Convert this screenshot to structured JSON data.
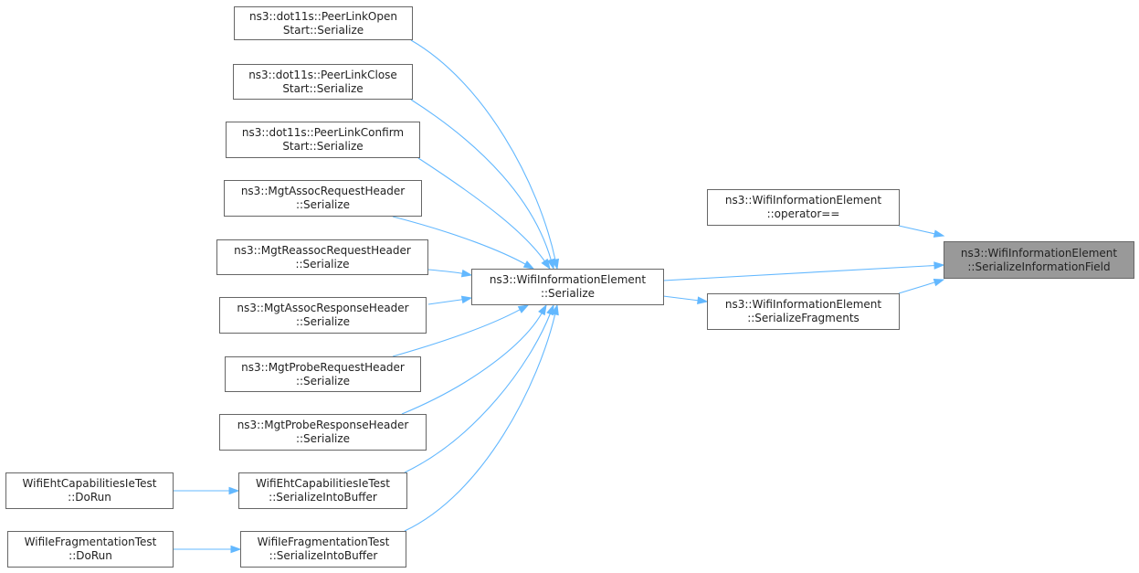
{
  "diagram": {
    "nodes": [
      {
        "id": "serialize_information_field",
        "line1": "ns3::WifiInformationElement",
        "line2": "::SerializeInformationField",
        "focus": true
      },
      {
        "id": "operator_eq",
        "line1": "ns3::WifiInformationElement",
        "line2": "::operator=="
      },
      {
        "id": "serialize_fragments",
        "line1": "ns3::WifiInformationElement",
        "line2": "::SerializeFragments"
      },
      {
        "id": "wie_serialize",
        "line1": "ns3::WifiInformationElement",
        "line2": "::Serialize"
      },
      {
        "id": "peer_link_open",
        "line1": "ns3::dot11s::PeerLinkOpen",
        "line2": "Start::Serialize"
      },
      {
        "id": "peer_link_close",
        "line1": "ns3::dot11s::PeerLinkClose",
        "line2": "Start::Serialize"
      },
      {
        "id": "peer_link_confirm",
        "line1": "ns3::dot11s::PeerLinkConfirm",
        "line2": "Start::Serialize"
      },
      {
        "id": "assoc_request",
        "line1": "ns3::MgtAssocRequestHeader",
        "line2": "::Serialize"
      },
      {
        "id": "reassoc_request",
        "line1": "ns3::MgtReassocRequestHeader",
        "line2": "::Serialize"
      },
      {
        "id": "assoc_response",
        "line1": "ns3::MgtAssocResponseHeader",
        "line2": "::Serialize"
      },
      {
        "id": "probe_request",
        "line1": "ns3::MgtProbeRequestHeader",
        "line2": "::Serialize"
      },
      {
        "id": "probe_response",
        "line1": "ns3::MgtProbeResponseHeader",
        "line2": "::Serialize"
      },
      {
        "id": "eht_serialize_into_buffer",
        "line1": "WifiEhtCapabilitiesIeTest",
        "line2": "::SerializeIntoBuffer"
      },
      {
        "id": "eht_do_run",
        "line1": "WifiEhtCapabilitiesIeTest",
        "line2": "::DoRun"
      },
      {
        "id": "frag_serialize_into_buffer",
        "line1": "WifiIeFragmentationTest",
        "line2": "::SerializeIntoBuffer"
      },
      {
        "id": "frag_do_run",
        "line1": "WifiIeFragmentationTest",
        "line2": "::DoRun"
      }
    ],
    "edges": [
      {
        "from": "operator_eq",
        "to": "serialize_information_field"
      },
      {
        "from": "wie_serialize",
        "to": "serialize_information_field"
      },
      {
        "from": "serialize_fragments",
        "to": "serialize_information_field"
      },
      {
        "from": "wie_serialize",
        "to": "serialize_fragments"
      },
      {
        "from": "peer_link_open",
        "to": "wie_serialize"
      },
      {
        "from": "peer_link_close",
        "to": "wie_serialize"
      },
      {
        "from": "peer_link_confirm",
        "to": "wie_serialize"
      },
      {
        "from": "assoc_request",
        "to": "wie_serialize"
      },
      {
        "from": "reassoc_request",
        "to": "wie_serialize"
      },
      {
        "from": "assoc_response",
        "to": "wie_serialize"
      },
      {
        "from": "probe_request",
        "to": "wie_serialize"
      },
      {
        "from": "probe_response",
        "to": "wie_serialize"
      },
      {
        "from": "eht_serialize_into_buffer",
        "to": "wie_serialize"
      },
      {
        "from": "frag_serialize_into_buffer",
        "to": "wie_serialize"
      },
      {
        "from": "eht_do_run",
        "to": "eht_serialize_into_buffer"
      },
      {
        "from": "frag_do_run",
        "to": "frag_serialize_into_buffer"
      }
    ],
    "colors": {
      "edge": "#63b8ff",
      "node_border": "#666666",
      "focus_fill": "#999999",
      "text": "#222222"
    }
  }
}
